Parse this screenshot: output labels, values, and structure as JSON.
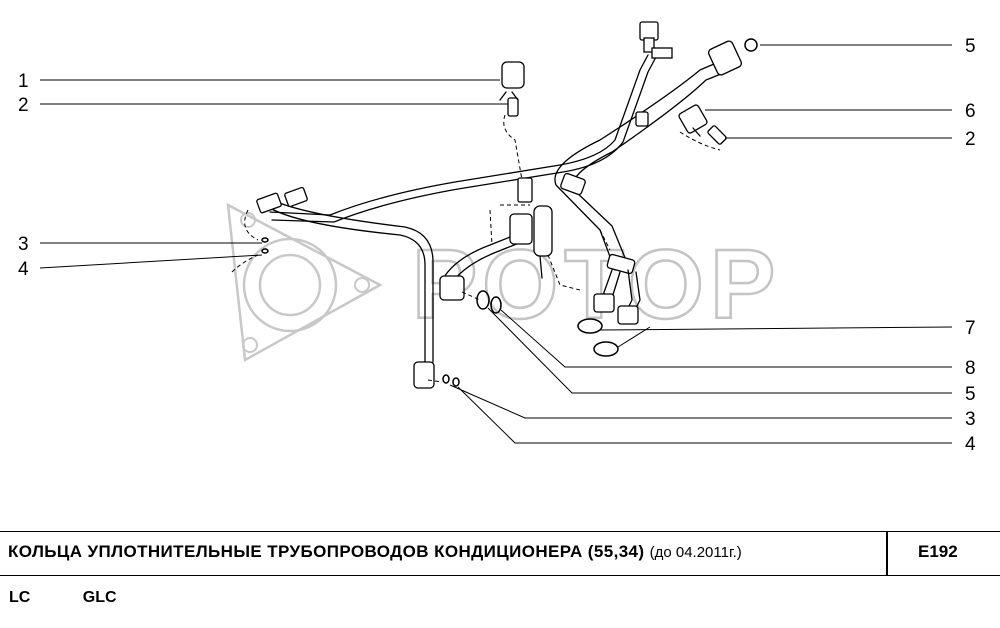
{
  "diagram": {
    "watermark": "РОТОР",
    "callouts_right": [
      "5",
      "6",
      "2",
      "7",
      "8",
      "5",
      "3",
      "4"
    ],
    "callouts_left": [
      "1",
      "2",
      "3",
      "4"
    ]
  },
  "footer": {
    "title": "КОЛЬЦА  УПЛОТНИТЕЛЬНЫЕ  ТРУБОПРОВОДОВ  КОНДИЦИОНЕРА (55,34)",
    "note": "(до 04.2011г.)",
    "page_code": "E192",
    "models": [
      "LC",
      "GLC"
    ]
  }
}
